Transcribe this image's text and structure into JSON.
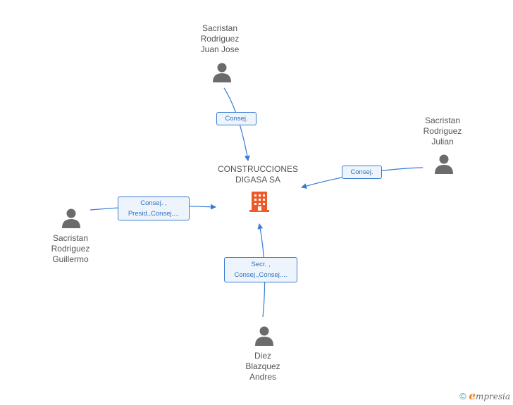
{
  "company": {
    "name_lines": [
      "CONSTRUCCIONES",
      "DIGASA SA"
    ],
    "icon": "building-icon",
    "color": "#f05a28"
  },
  "persons": [
    {
      "id": "juan-jose",
      "name_lines": [
        "Sacristan",
        "Rodriguez",
        "Juan Jose"
      ],
      "icon": "person-icon"
    },
    {
      "id": "julian",
      "name_lines": [
        "Sacristan",
        "Rodriguez",
        "Julian"
      ],
      "icon": "person-icon"
    },
    {
      "id": "guillermo",
      "name_lines": [
        "Sacristan",
        "Rodriguez",
        "Guillermo"
      ],
      "icon": "person-icon"
    },
    {
      "id": "andres",
      "name_lines": [
        "Diez",
        "Blazquez",
        "Andres"
      ],
      "icon": "person-icon"
    }
  ],
  "relations": [
    {
      "from": "juan-jose",
      "role_lines": [
        "Consej."
      ]
    },
    {
      "from": "julian",
      "role_lines": [
        "Consej."
      ]
    },
    {
      "from": "guillermo",
      "role_lines": [
        "Consej. ,",
        "Presid.,Consej...."
      ]
    },
    {
      "from": "andres",
      "role_lines": [
        "Secr. ,",
        "Consej.,Consej...."
      ]
    }
  ],
  "colors": {
    "edge": "#3a7bd5",
    "person": "#6b6b6b"
  },
  "footer": {
    "copyright": "©",
    "brand_first": "e",
    "brand_rest": "mpresia"
  }
}
